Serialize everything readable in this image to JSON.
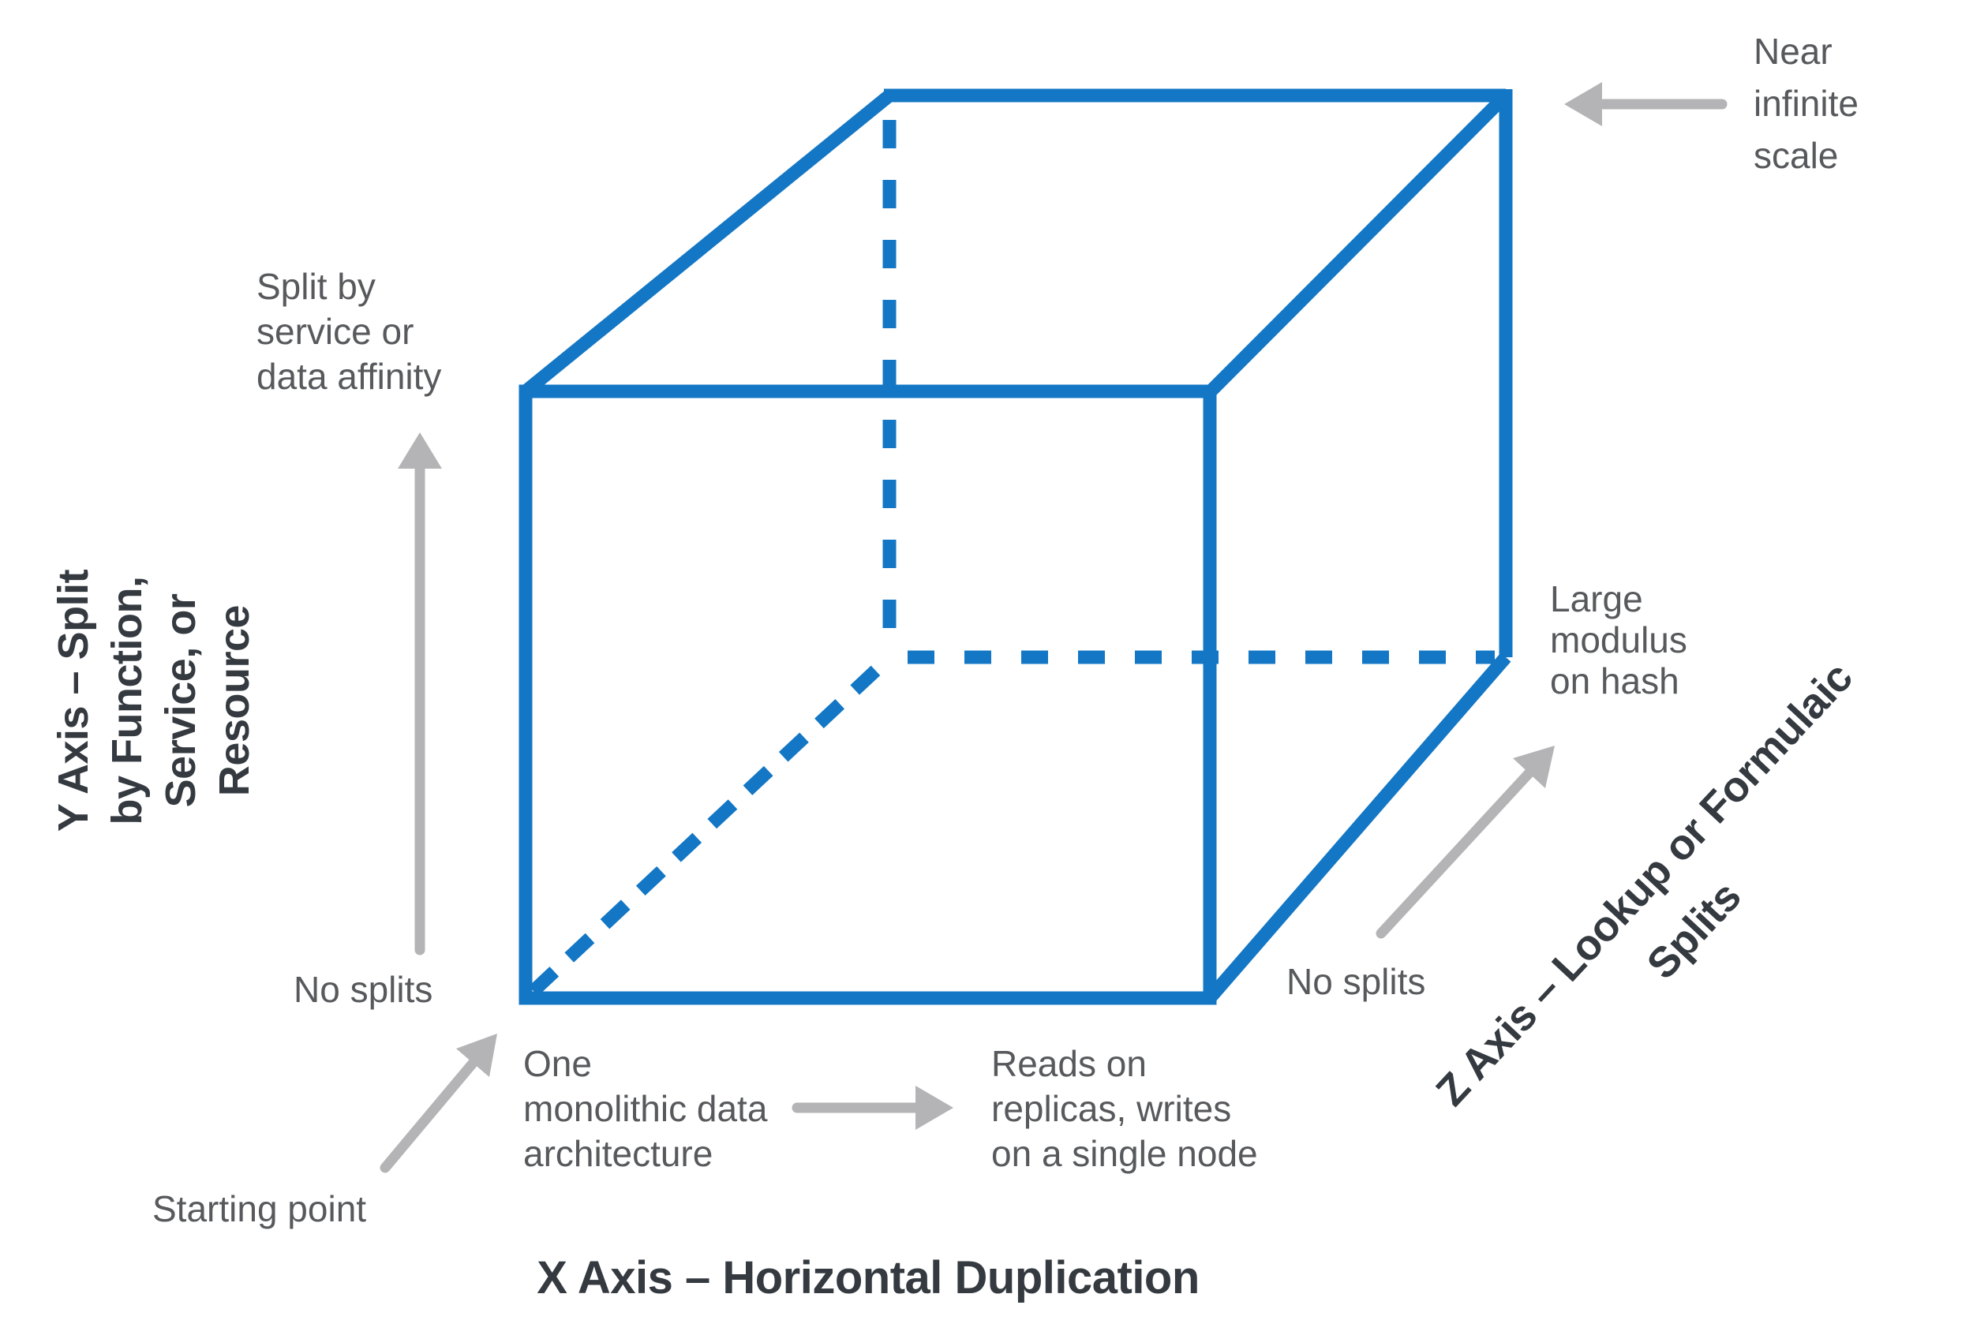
{
  "colors": {
    "cube_blue": "#1377c5",
    "arrow_gray": "#b4b4b6",
    "label_gray": "#57595c",
    "title_dark": "#343a40"
  },
  "axes": {
    "x": {
      "title": "X Axis – Horizontal Duplication",
      "low_lines": [
        "One",
        "monolithic data",
        "architecture"
      ],
      "high_lines": [
        "Reads on",
        "replicas, writes",
        "on a single node"
      ]
    },
    "y": {
      "title_lines": [
        "Y Axis – Split",
        "by Function,",
        "Service, or",
        "Resource"
      ],
      "low": "No splits",
      "high_lines": [
        "Split by",
        "service or",
        "data affinity"
      ]
    },
    "z": {
      "title_lines": [
        "Z Axis – Lookup or Formulaic",
        "Splits"
      ],
      "low": "No splits",
      "high_lines": [
        "Large",
        "modulus",
        "on hash"
      ]
    }
  },
  "annotations": {
    "starting_point": "Starting point",
    "near_infinite_lines": [
      "Near",
      "infinite",
      "scale"
    ]
  }
}
